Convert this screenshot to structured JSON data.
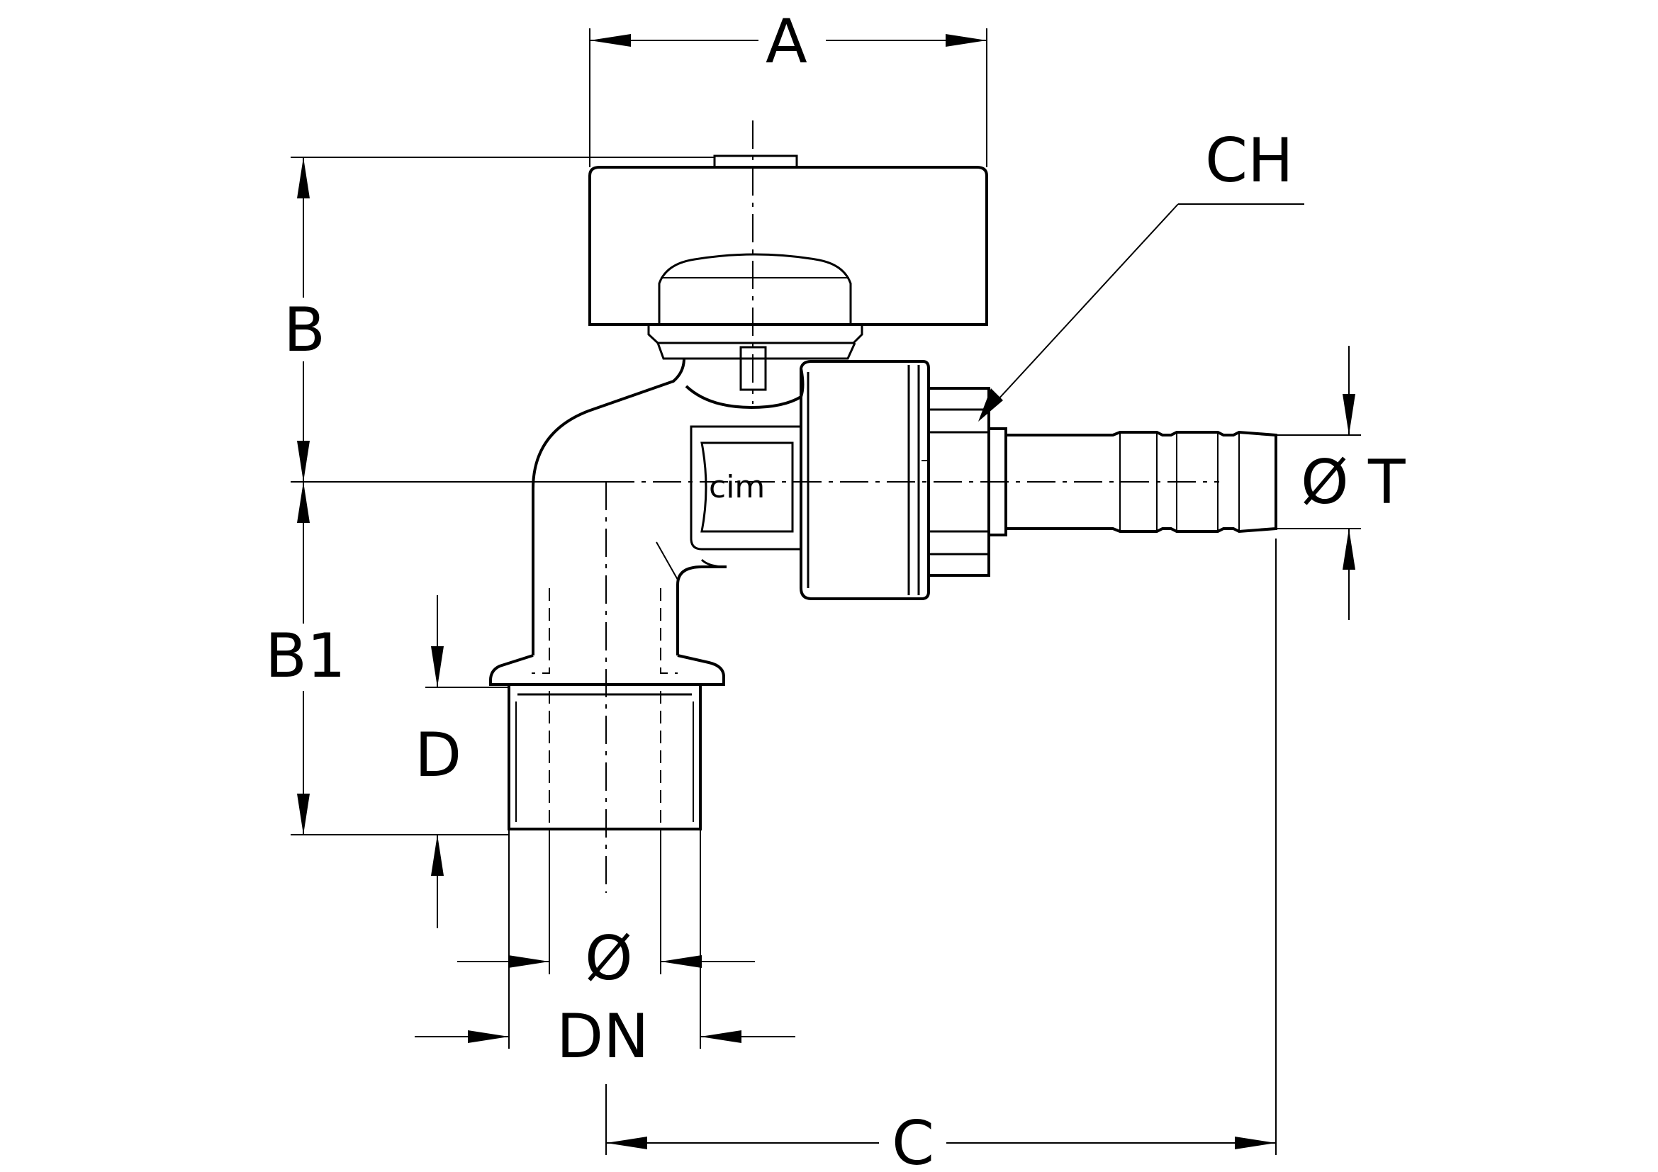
{
  "labels": {
    "A": "A",
    "B": "B",
    "B1": "B1",
    "C": "C",
    "CH": "CH",
    "D": "D",
    "DN": "DN",
    "phi": "Ø",
    "phiT": "Ø T"
  },
  "logo": "cim"
}
